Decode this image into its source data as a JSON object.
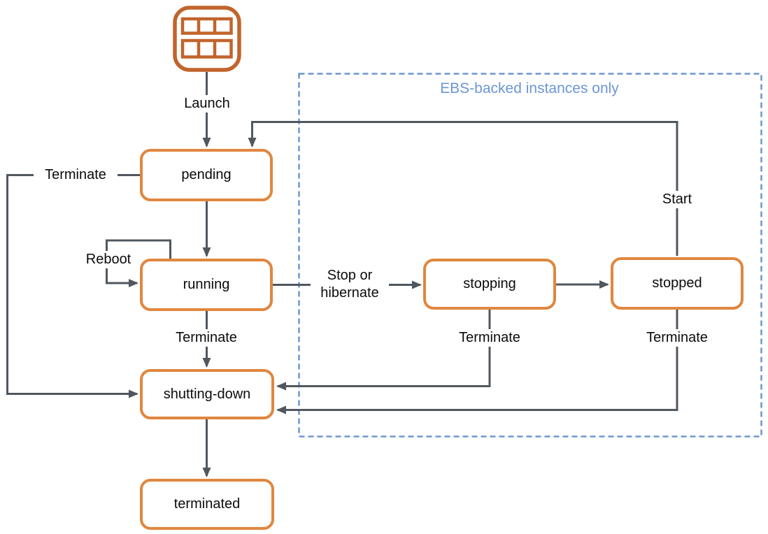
{
  "colors": {
    "line": "#50575F",
    "node-border": "#E0873F",
    "icon-orange": "#C1652C",
    "ebs-blue": "#6C96CF",
    "ebs-text": "#6C96D4",
    "text": "#0B0B0B",
    "background": "#FFFFFF"
  },
  "icons": {
    "ami": "ami-grid-icon"
  },
  "ebs_group": {
    "label": "EBS-backed instances only"
  },
  "nodes": {
    "pending": {
      "label": "pending"
    },
    "running": {
      "label": "running"
    },
    "stopping": {
      "label": "stopping"
    },
    "stopped": {
      "label": "stopped"
    },
    "shutting_down": {
      "label": "shutting-down"
    },
    "terminated": {
      "label": "terminated"
    }
  },
  "labels": {
    "launch": "Launch",
    "terminate_from_pending": "Terminate",
    "reboot": "Reboot",
    "stop_or_hibernate": "Stop or hibernate",
    "terminate_from_running": "Terminate",
    "terminate_from_stopping": "Terminate",
    "terminate_from_stopped": "Terminate",
    "start": "Start"
  },
  "edges": [
    {
      "from": "ami",
      "to": "pending",
      "label": "Launch"
    },
    {
      "from": "pending",
      "to": "running",
      "label": ""
    },
    {
      "from": "pending",
      "to": "shutting-down",
      "label": "Terminate"
    },
    {
      "from": "running",
      "to": "running",
      "label": "Reboot"
    },
    {
      "from": "running",
      "to": "stopping",
      "label": "Stop or hibernate"
    },
    {
      "from": "running",
      "to": "shutting-down",
      "label": "Terminate"
    },
    {
      "from": "stopping",
      "to": "stopped",
      "label": ""
    },
    {
      "from": "stopping",
      "to": "shutting-down",
      "label": "Terminate"
    },
    {
      "from": "stopped",
      "to": "pending",
      "label": "Start"
    },
    {
      "from": "stopped",
      "to": "shutting-down",
      "label": "Terminate"
    },
    {
      "from": "shutting-down",
      "to": "terminated",
      "label": ""
    }
  ]
}
